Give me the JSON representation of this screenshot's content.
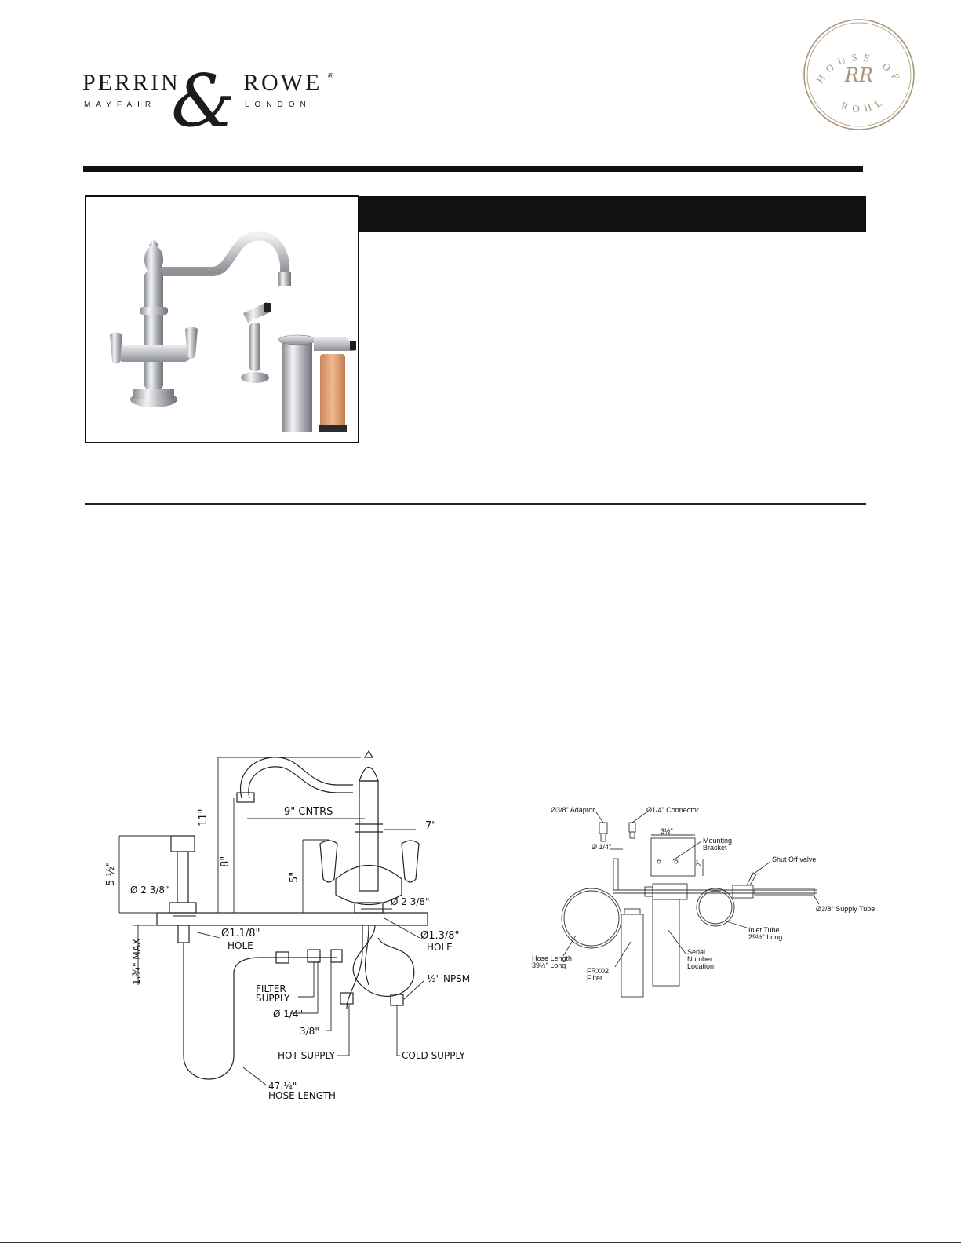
{
  "brand": {
    "name_left": "PERRIN",
    "name_right": "ROWE",
    "registered": "®",
    "sub_left": "MAYFAIR",
    "sub_right": "LONDON",
    "ampersand": "&"
  },
  "seal": {
    "top": "HOUSE OF",
    "bottom": "ROHL",
    "monogram": "RR",
    "color": "#a89577"
  },
  "banner": {
    "color": "#111111"
  },
  "faucet_diagram": {
    "cntrs": "9\" CNTRS",
    "reach": "7\"",
    "height_11": "11\"",
    "height_8": "8\"",
    "height_5": "5\"",
    "spray_height": "5 ½\"",
    "dia_spray": "Ø 2  3/8\"",
    "dia_base": "Ø 2  3/8\"",
    "hole_small": "Ø1.1/8\"",
    "hole_small_label": "HOLE",
    "hole_large": "Ø1.3/8\"",
    "hole_large_label": "HOLE",
    "max_deck": "1.¾\" MAX",
    "filter_supply_1": "FILTER",
    "filter_supply_2": "SUPPLY",
    "dia_quarter": "Ø 1/4\"",
    "three_eighths": "3/8\"",
    "npsm": "½\" NPSM",
    "hot_supply": "HOT SUPPLY",
    "cold_supply": "COLD SUPPLY",
    "hose_1": "47.¼\"",
    "hose_2": "HOSE LENGTH"
  },
  "filter_diagram": {
    "adaptor": "Ø3/8\"  Adaptor",
    "connector": "Ø1/4\"  Connector",
    "dia_quarter": "Ø 1/4\"",
    "bracket_width": "3½\"",
    "bracket_height": "2\"",
    "mounting_1": "Mounting",
    "mounting_2": "Bracket",
    "shutoff": "Shut Off valve",
    "supply_tube": "Ø3/8\" Supply Tube",
    "inlet_1": "Inlet Tube",
    "inlet_2": "29½\" Long",
    "serial_1": "Serial",
    "serial_2": "Number",
    "serial_3": "Location",
    "hose_1": "Hose Length",
    "hose_2": "39½\" Long",
    "frx_1": "FRX02",
    "frx_2": "Filter"
  }
}
